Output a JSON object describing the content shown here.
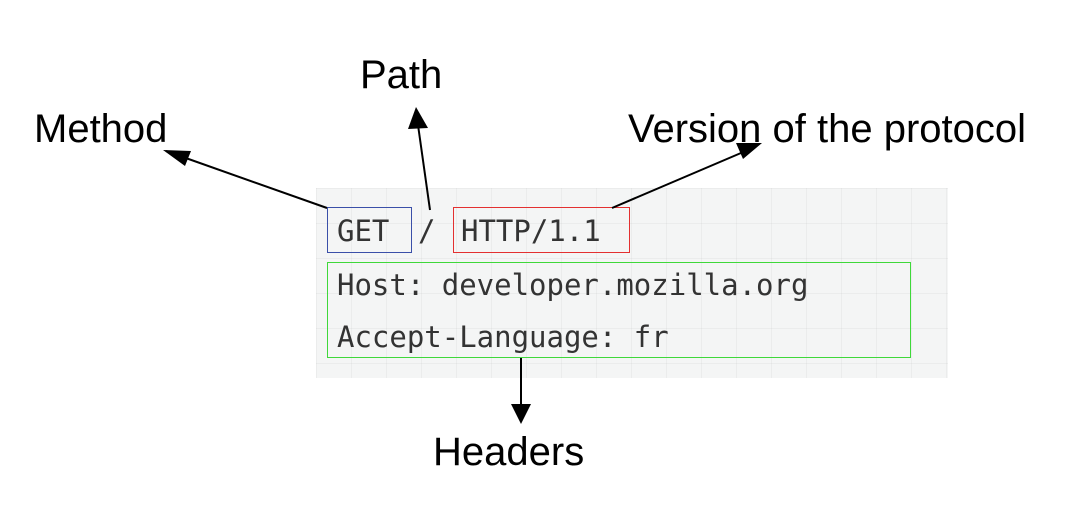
{
  "labels": {
    "method": "Method",
    "path": "Path",
    "version": "Version of the protocol",
    "headers": "Headers"
  },
  "request": {
    "method": "GET",
    "path": "/",
    "version": "HTTP/1.1",
    "headers": [
      "Host: developer.mozilla.org",
      "Accept-Language: fr"
    ]
  },
  "colors": {
    "method_box": "#3a4fa8",
    "version_box": "#e33030",
    "headers_box": "#3fd83a",
    "panel_background": "#f4f5f5"
  }
}
